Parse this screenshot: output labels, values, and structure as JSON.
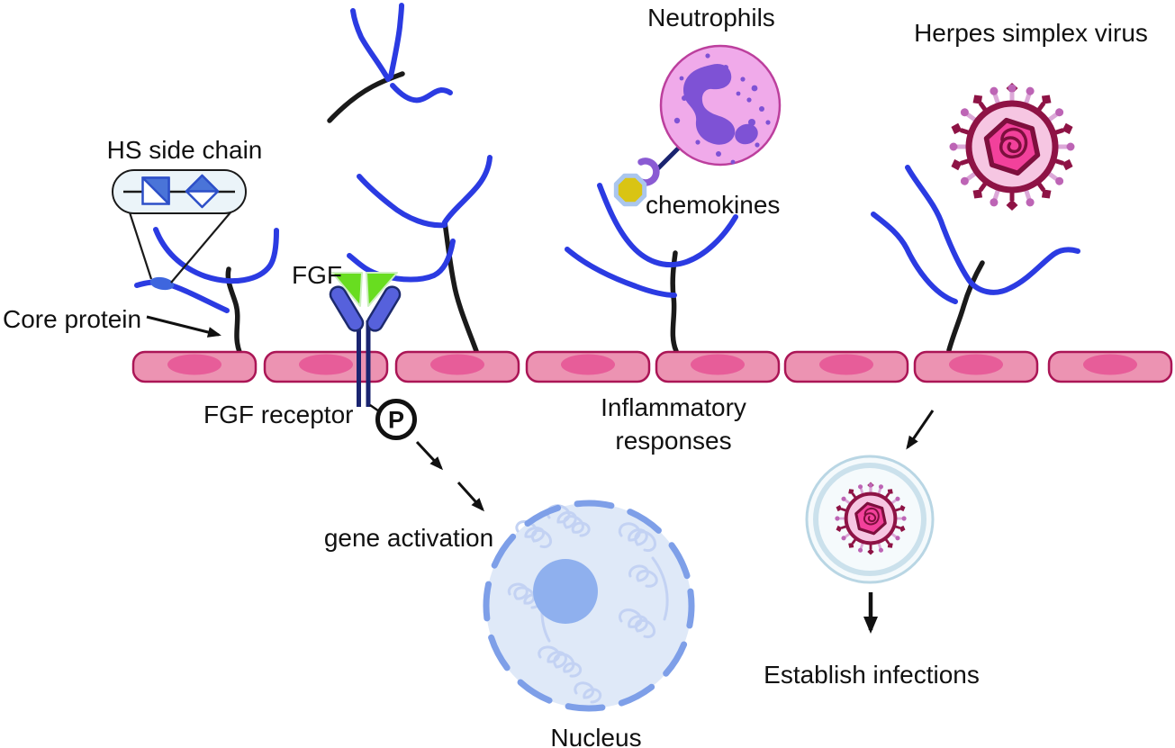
{
  "figure": {
    "labels": {
      "hs_side_chain": "HS side chain",
      "core_protein": "Core protein",
      "fgf": "FGF",
      "fgf_receptor": "FGF receptor",
      "phosphorylation": "P",
      "gene_activation": "gene activation",
      "nucleus": "Nucleus",
      "neutrophils": "Neutrophils",
      "chemokines": "chemokines",
      "inflammatory_responses": "Inflammatory\nresponses",
      "herpes_simplex_virus": "Herpes simplex virus",
      "establish_infections": "Establish infections"
    },
    "colors": {
      "hs_chain_blue": "#2b3be2",
      "core_protein_black": "#1a1a1a",
      "cell_fill": "#ec93b2",
      "cell_border": "#ab1656",
      "cell_nucleus": "#e75d99",
      "fgf_green": "#68dd20",
      "receptor_arm_blue": "#5661dc",
      "receptor_stem_navy": "#1a2470",
      "neutrophil_fill": "#f0aaea",
      "neutrophil_border": "#bc3f9d",
      "neutrophil_nucleus_purple": "#7e52d5",
      "chemokine_yellow": "#d9c414",
      "chemokine_ring_blue": "#aac6ee",
      "chemokine_receptor_purple": "#8a5bd3",
      "virus_dark_maroon": "#8e1345",
      "virus_envelope_pink": "#f6c6e2",
      "virus_capsid_pink": "#f2419b",
      "virus_spike_mauve": "#bd64b5",
      "nucleus_fill": "#dfe9f8",
      "nucleus_border": "#7e9fe8",
      "nucleolus_blue": "#8fb0ee",
      "chromatin_blue": "#c3d2f3",
      "vesicle_ring_blue": "#bad7e5",
      "inset_symbol_blue": "#4a74d8"
    }
  }
}
